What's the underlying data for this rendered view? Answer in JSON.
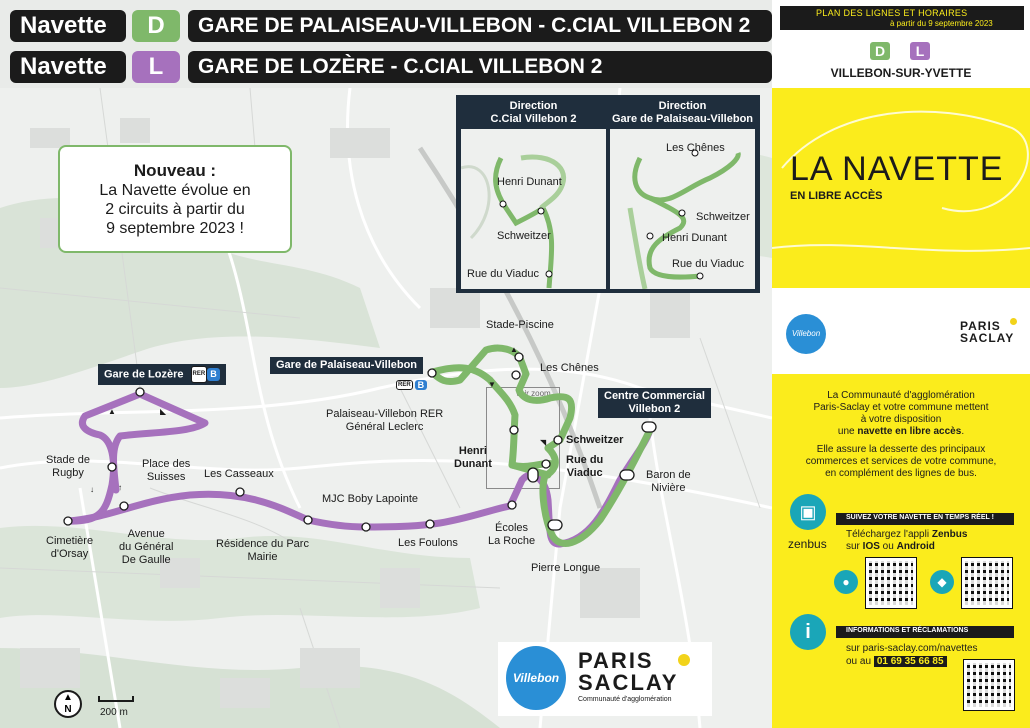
{
  "header": {
    "rows": [
      {
        "navette": "Navette",
        "letter": "D",
        "color": "#7fb86a",
        "title": "GARE DE PALAISEAU-VILLEBON - C.CIAL VILLEBON 2"
      },
      {
        "navette": "Navette",
        "letter": "L",
        "color": "#a671bd",
        "title": "GARE DE LOZÈRE - C.CIAL VILLEBON 2"
      }
    ]
  },
  "panel": {
    "plan_title": "PLAN DES LIGNES ET HORAIRES",
    "plan_date": "à partir du 9 septembre 2023",
    "badge_d": "D",
    "badge_l": "L",
    "town": "VILLEBON-SUR-YVETTE",
    "big_title": "LA NAVETTE",
    "subtitle": "EN LIBRE ACCÈS",
    "paris_logo_1": "PARIS",
    "paris_logo_2": "SACLAY",
    "paris_logo_sub": "Communauté d'agglomération",
    "villebon_logo": "Villebon",
    "intro_1": "La Communauté d'agglomération",
    "intro_2": "Paris-Saclay et votre commune mettent",
    "intro_3": "à votre disposition",
    "intro_4_pre": "une ",
    "intro_4_bold": "navette en libre accès",
    "intro_4_post": ".",
    "intro_5": "Elle assure la desserte des principaux",
    "intro_6": "commerces et services de votre commune,",
    "intro_7": "en complément des lignes de bus.",
    "zenbus_label": "zenbus",
    "realtime_header": "SUIVEZ VOTRE NAVETTE EN TEMPS RÉEL !",
    "realtime_1_pre": "Téléchargez l'appli ",
    "realtime_1_bold": "Zenbus",
    "realtime_2_pre": "sur ",
    "realtime_2_ios": "IOS",
    "realtime_2_mid": " ou ",
    "realtime_2_android": "Android",
    "info_header": "INFORMATIONS ET RÉCLAMATIONS",
    "info_1": "sur paris-saclay.com/navettes",
    "info_2_pre": "ou au ",
    "info_phone": "01 69 35 66 85",
    "accent_yellow": "#fbec1c"
  },
  "map": {
    "nouveau_title": "Nouveau :",
    "nouveau_1": "La Navette évolue en",
    "nouveau_2": "2 circuits à partir du",
    "nouveau_3": "9 septembre 2023 !",
    "inset_left_1": "Direction",
    "inset_left_2": "C.Cial Villebon 2",
    "inset_right_1": "Direction",
    "inset_right_2": "Gare de Palaiseau-Villebon",
    "inset_left_stops": [
      "Henri Dunant",
      "Schweitzer",
      "Rue du Viaduc"
    ],
    "inset_right_stops": [
      "Les Chênes",
      "Schweitzer",
      "Henri Dunant",
      "Rue du Viaduc"
    ],
    "voir_zoom": "voir zoom",
    "rer": "RER",
    "rer_line": "B",
    "stops": {
      "gare_lozere": "Gare de Lozère",
      "gare_palaiseau": "Gare de Palaiseau-Villebon",
      "stade_piscine": "Stade-Piscine",
      "les_chenes": "Les Chênes",
      "palaiseau_rer_1": "Palaiseau-Villebon RER",
      "palaiseau_rer_2": "Général Leclerc",
      "schweitzer": "Schweitzer",
      "henri_1": "Henri",
      "henri_2": "Dunant",
      "viaduc_1": "Rue du",
      "viaduc_2": "Viaduc",
      "centre_1": "Centre Commercial",
      "centre_2": "Villebon 2",
      "baron_1": "Baron de",
      "baron_2": "Nivière",
      "stade_rugby_1": "Stade de",
      "stade_rugby_2": "Rugby",
      "place_1": "Place des",
      "place_2": "Suisses",
      "casseaux": "Les Casseaux",
      "mjc": "MJC Boby Lapointe",
      "cimetiere_1": "Cimetière",
      "cimetiere_2": "d'Orsay",
      "avenue_1": "Avenue",
      "avenue_2": "du Général",
      "avenue_3": "De Gaulle",
      "residence_1": "Résidence du Parc",
      "residence_2": "Mairie",
      "foulons": "Les Foulons",
      "ecoles_1": "Écoles",
      "ecoles_2": "La Roche",
      "pierre": "Pierre Longue"
    },
    "north": "N",
    "scale": "200 m",
    "colors": {
      "line_d": "#7fb86a",
      "line_l": "#a671bd",
      "dark": "#1f2e3d"
    }
  }
}
